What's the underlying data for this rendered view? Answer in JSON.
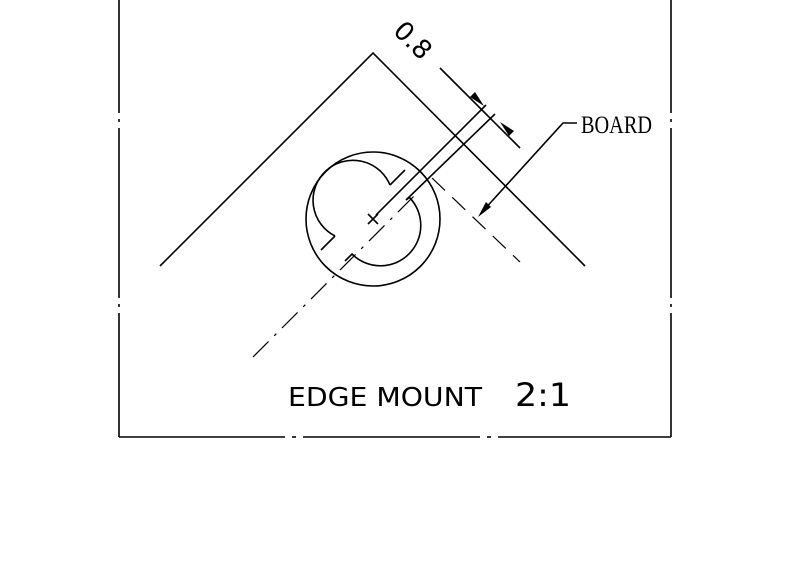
{
  "drawing": {
    "dimension_label": "0.8",
    "leader_label": "BOARD",
    "caption": "EDGE MOUNT",
    "scale": "2:1"
  }
}
